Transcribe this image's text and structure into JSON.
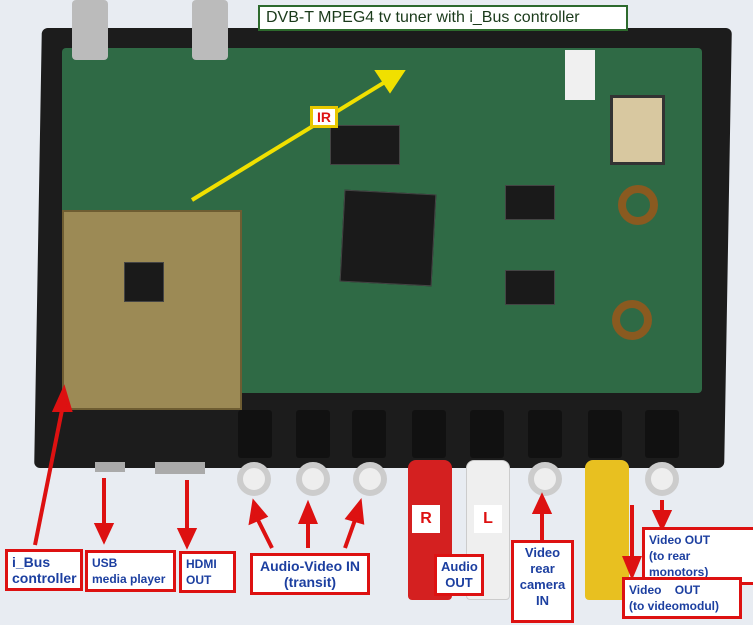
{
  "title": "DVB-T MPEG4 tv tuner with i_Bus controller",
  "ir_label": "IR",
  "labels": {
    "ibus": "i_Bus\ncontroller",
    "usb": "USB\nmedia player",
    "hdmi": "HDMI\nOUT",
    "av_in": "Audio-Video IN\n(transit)",
    "r": "R",
    "l": "L",
    "audio_out": "Audio\nOUT",
    "video_cam": "Video\nrear\ncamera\nIN",
    "video_out_rear": "Video OUT\n(to rear monotors)",
    "video_out_mod": "Video    OUT\n(to videomodul)"
  },
  "colors": {
    "arrow": "#dd1111",
    "ir_arrow": "#f0e000",
    "board": "#2f6a45"
  }
}
